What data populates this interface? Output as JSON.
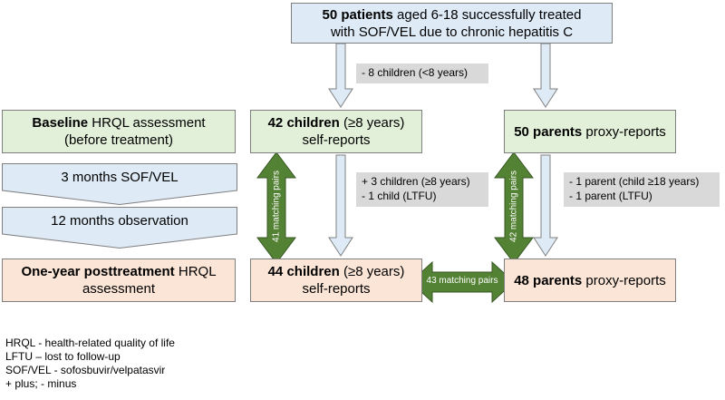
{
  "top": {
    "bold": "50 patients",
    "rest1": " aged 6-18 successfully treated",
    "line2": "with SOF/VEL due to chronic hepatitis C"
  },
  "notes": {
    "under8": "- 8 children (<8 years)",
    "children_line1": "+ 3 children (≥8 years)",
    "children_line2": "- 1 child (LTFU)",
    "parents_line1": "- 1 parent (child ≥18 years)",
    "parents_line2": "- 1 parent (LTFU)"
  },
  "timeline": {
    "baseline_bold": "Baseline",
    "baseline_rest": " HRQL assessment",
    "baseline_line2": "(before treatment)",
    "treatment": "3 months SOF/VEL",
    "observation": "12 months observation",
    "oneyear_bold": "One-year posttreatment",
    "oneyear_rest": " HRQL",
    "oneyear_line2": "assessment"
  },
  "boxes": {
    "c42_bold": "42 children",
    "c42_rest": " (≥8 years)",
    "c42_line2": "self-reports",
    "p50_bold": "50 parents",
    "p50_rest": " proxy-reports",
    "c44_bold": "44 children",
    "c44_rest": " (≥8 years)",
    "c44_line2": "self-reports",
    "p48_bold": "48 parents",
    "p48_rest": " proxy-reports"
  },
  "arrows": {
    "children_pairs": "41 matching pairs",
    "parents_pairs": "42 matching pairs",
    "cross_pairs": "43 matching pairs"
  },
  "legend": [
    "HRQL - health-related quality of life",
    "LFTU – lost to follow-up",
    "SOF/VEL - sofosbuvir/velpatasvir",
    "+ plus; - minus"
  ],
  "colors": {
    "blue_box": "#deebf7",
    "green_box": "#e2f0d9",
    "peach_box": "#fbe5d6",
    "note_gray": "#d9d9d9",
    "double_arrow": "#548235"
  }
}
